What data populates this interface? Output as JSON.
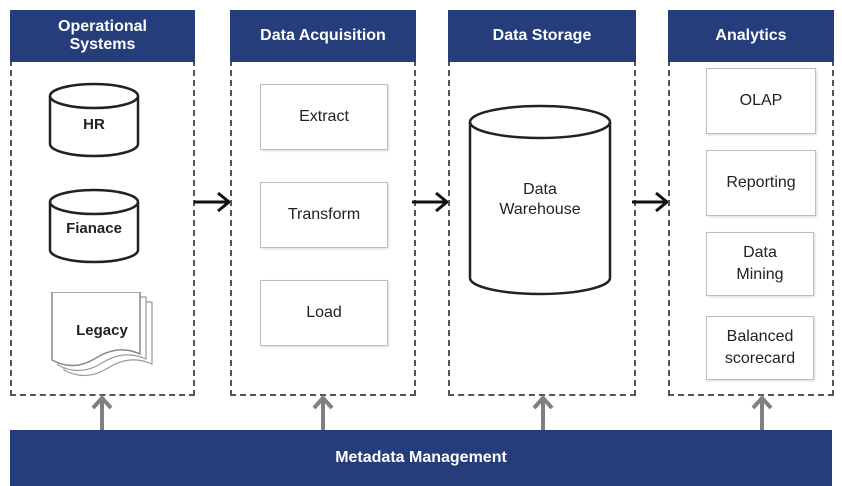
{
  "columns": {
    "operational": {
      "title": "Operational Systems",
      "items": [
        "HR",
        "Fianace",
        "Legacy"
      ]
    },
    "acquisition": {
      "title": "Data Acquisition",
      "items": [
        "Extract",
        "Transform",
        "Load"
      ]
    },
    "storage": {
      "title": "Data Storage",
      "items": [
        "Data Warehouse"
      ]
    },
    "analytics": {
      "title": "Analytics",
      "items": [
        "OLAP",
        "Reporting",
        "Data Mining",
        "Balanced scorecard"
      ]
    }
  },
  "footer": {
    "label": "Metadata Management"
  },
  "colors": {
    "header_bg": "#263d7c",
    "arrow": "#808080",
    "dashed_border": "#555555"
  }
}
